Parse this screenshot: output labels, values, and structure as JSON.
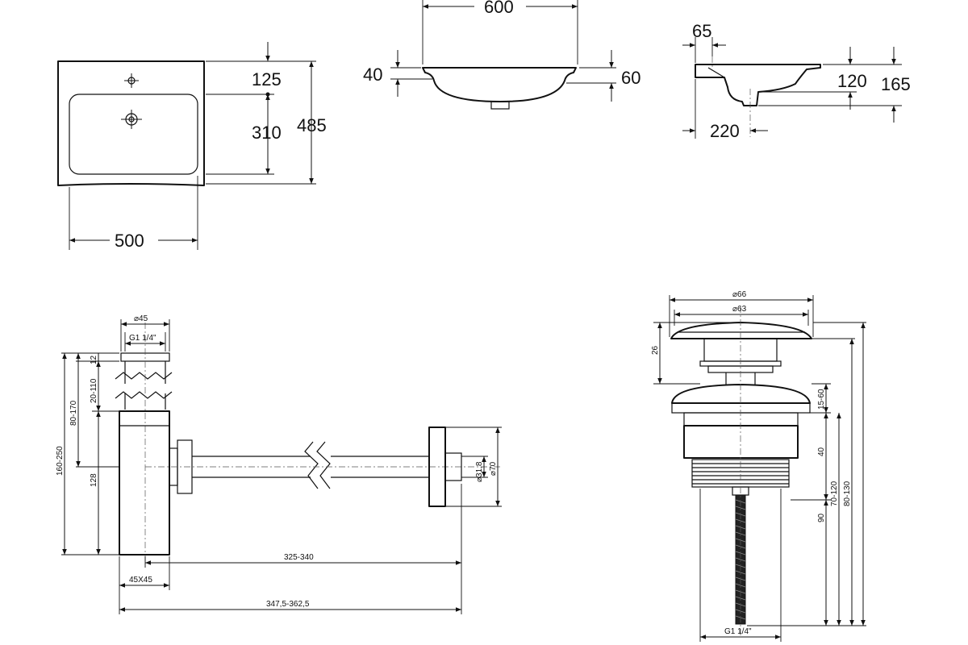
{
  "basin_front": {
    "width": "500",
    "height_total": "485",
    "tap_offset": "125",
    "bowl_depth": "310"
  },
  "basin_side_top": {
    "width": "600",
    "rim": "40",
    "overall": "60"
  },
  "basin_section": {
    "tap_inset": "65",
    "depth": "120",
    "overall": "165",
    "drain_offset": "220"
  },
  "siphon": {
    "d_top": "⌀45",
    "thread": "G1 1/4\"",
    "h_12": "12",
    "h_20_110": "20-110",
    "h_80_170": "80-170",
    "h_160_250": "160-250",
    "h_128": "128",
    "d_pipe": "⌀31,8",
    "d_flange": "⌀70",
    "len_325_340": "325-340",
    "body_45x45": "45X45",
    "len_total": "347,5-362,5"
  },
  "drain_valve": {
    "d_66": "⌀66",
    "d_63": "⌀63",
    "h_26": "26",
    "h_15_60": "15-60",
    "h_40": "40",
    "h_90": "90",
    "h_70_120": "70-120",
    "h_80_130": "80-130",
    "thread": "G1 1/4\""
  }
}
